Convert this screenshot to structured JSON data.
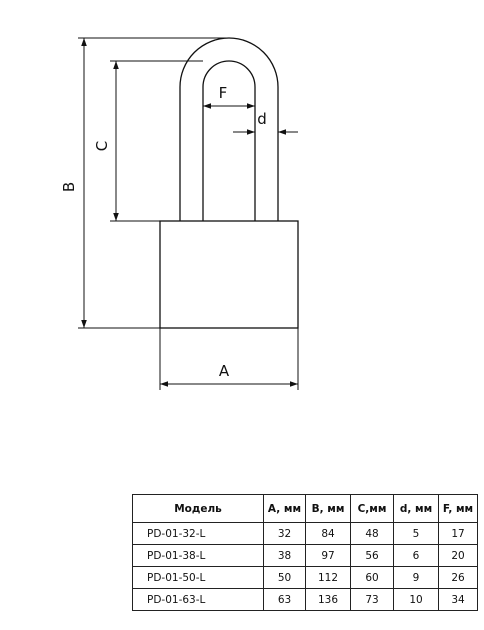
{
  "diagram": {
    "labels": {
      "a": "A",
      "b": "B",
      "c": "C",
      "d": "d",
      "f": "F"
    }
  },
  "table": {
    "headers": [
      "Модель",
      "A, мм",
      "B, мм",
      "C,мм",
      "d, мм",
      "F, мм"
    ],
    "rows": [
      [
        "PD-01-32-L",
        "32",
        "84",
        "48",
        "5",
        "17"
      ],
      [
        "PD-01-38-L",
        "38",
        "97",
        "56",
        "6",
        "20"
      ],
      [
        "PD-01-50-L",
        "50",
        "112",
        "60",
        "9",
        "26"
      ],
      [
        "PD-01-63-L",
        "63",
        "136",
        "73",
        "10",
        "34"
      ]
    ]
  }
}
